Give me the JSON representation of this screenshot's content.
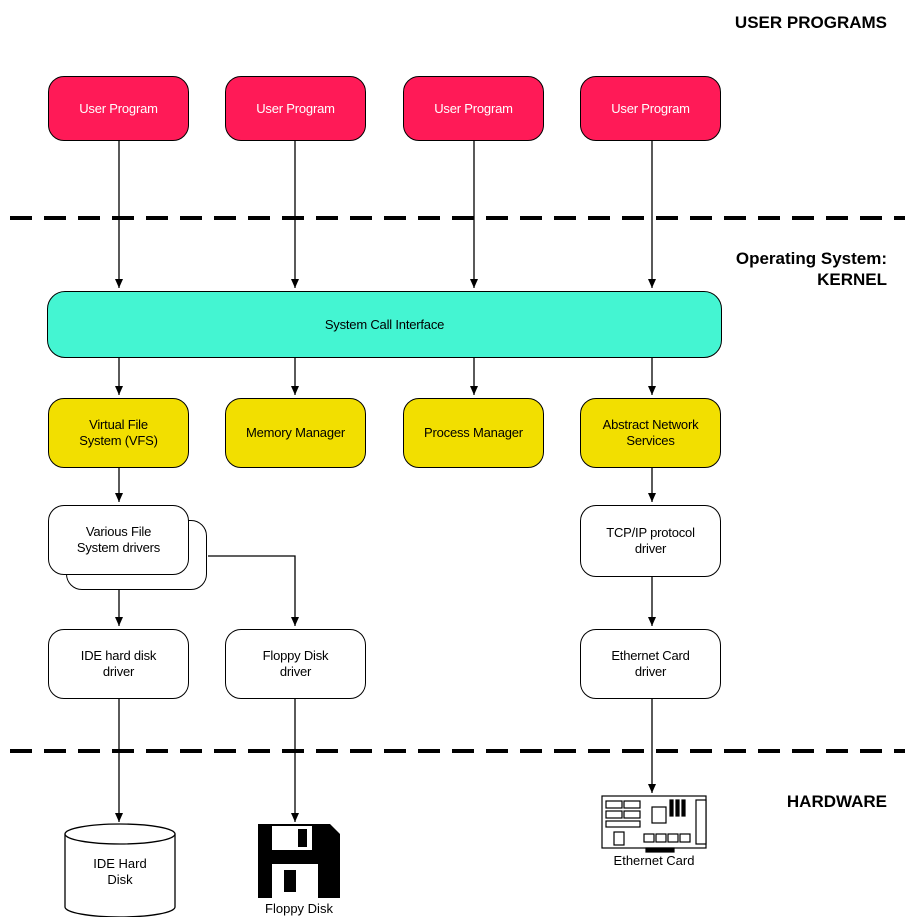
{
  "sections": {
    "user": "USER PROGRAMS",
    "kernel": "Operating System:\nKERNEL",
    "hardware": "HARDWARE"
  },
  "user_programs": [
    "User Program",
    "User Program",
    "User Program",
    "User Program"
  ],
  "syscall": "System Call Interface",
  "managers": [
    "Virtual File\nSystem (VFS)",
    "Memory Manager",
    "Process Manager",
    "Abstract Network\nServices"
  ],
  "drivers": {
    "fs": "Various File\nSystem drivers",
    "tcpip": "TCP/IP protocol\ndriver",
    "ide": "IDE hard disk\ndriver",
    "floppy": "Floppy Disk\ndriver",
    "ethernet": "Ethernet Card\ndriver"
  },
  "hardware": {
    "ide_disk": "IDE Hard\nDisk",
    "floppy_disk": "Floppy Disk",
    "ethernet_card": "Ethernet Card"
  },
  "colors": {
    "user_program": "#ff1a57",
    "manager": "#f2df00",
    "syscall": "#44f5d2"
  }
}
